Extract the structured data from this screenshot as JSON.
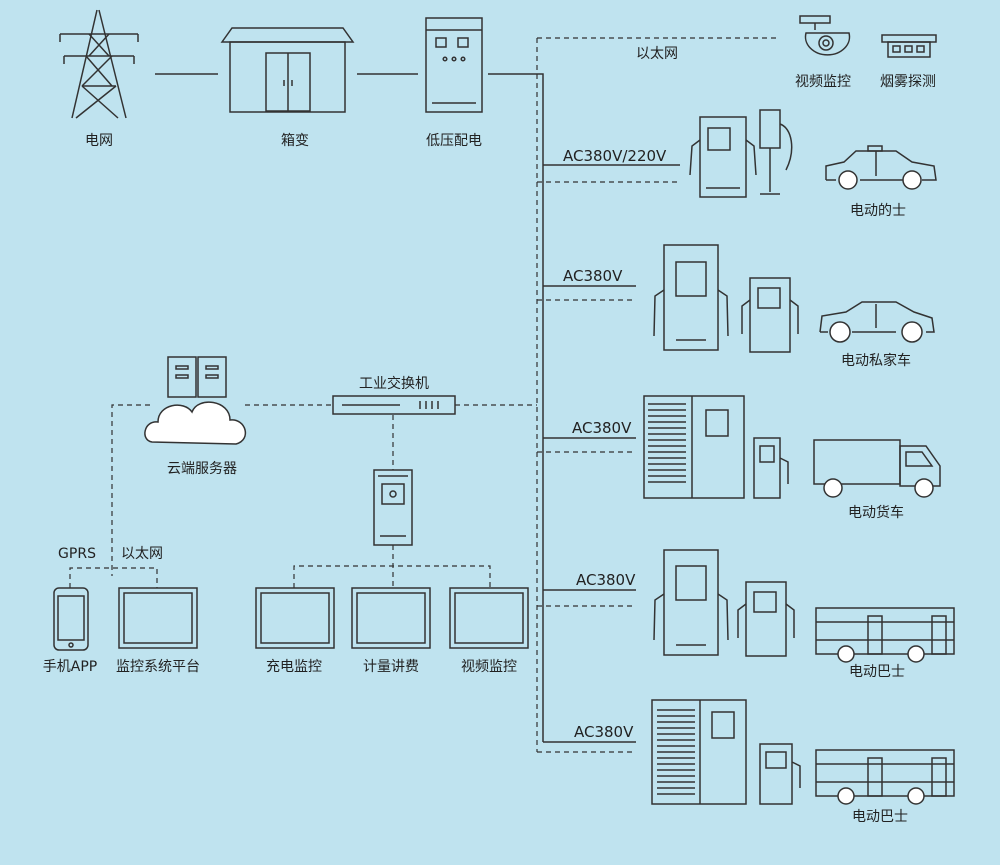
{
  "labels": {
    "grid": "电网",
    "box_transformer": "箱变",
    "low_voltage": "低压配电",
    "ethernet_top": "以太网",
    "video_monitor_top": "视频监控",
    "smoke_detect": "烟雾探测",
    "taxi": "电动的士",
    "private_car": "电动私家车",
    "truck": "电动货车",
    "bus1": "电动巴士",
    "bus2": "电动巴士",
    "industrial_switch": "工业交换机",
    "cloud_server": "云端服务器",
    "gprs": "GPRS",
    "ethernet_left": "以太网",
    "mobile_app": "手机APP",
    "monitor_platform": "监控系统平台",
    "charge_monitor": "充电监控",
    "metering": "计量讲费",
    "video_monitor_bottom": "视频监控"
  },
  "lines": {
    "row1": "AC380V/220V",
    "row2": "AC380V",
    "row3": "AC380V",
    "row4": "AC380V",
    "row5": "AC380V"
  },
  "colors": {
    "background": "#bfe3ef",
    "stroke": "#333333",
    "device_fill": "#ffffff"
  }
}
